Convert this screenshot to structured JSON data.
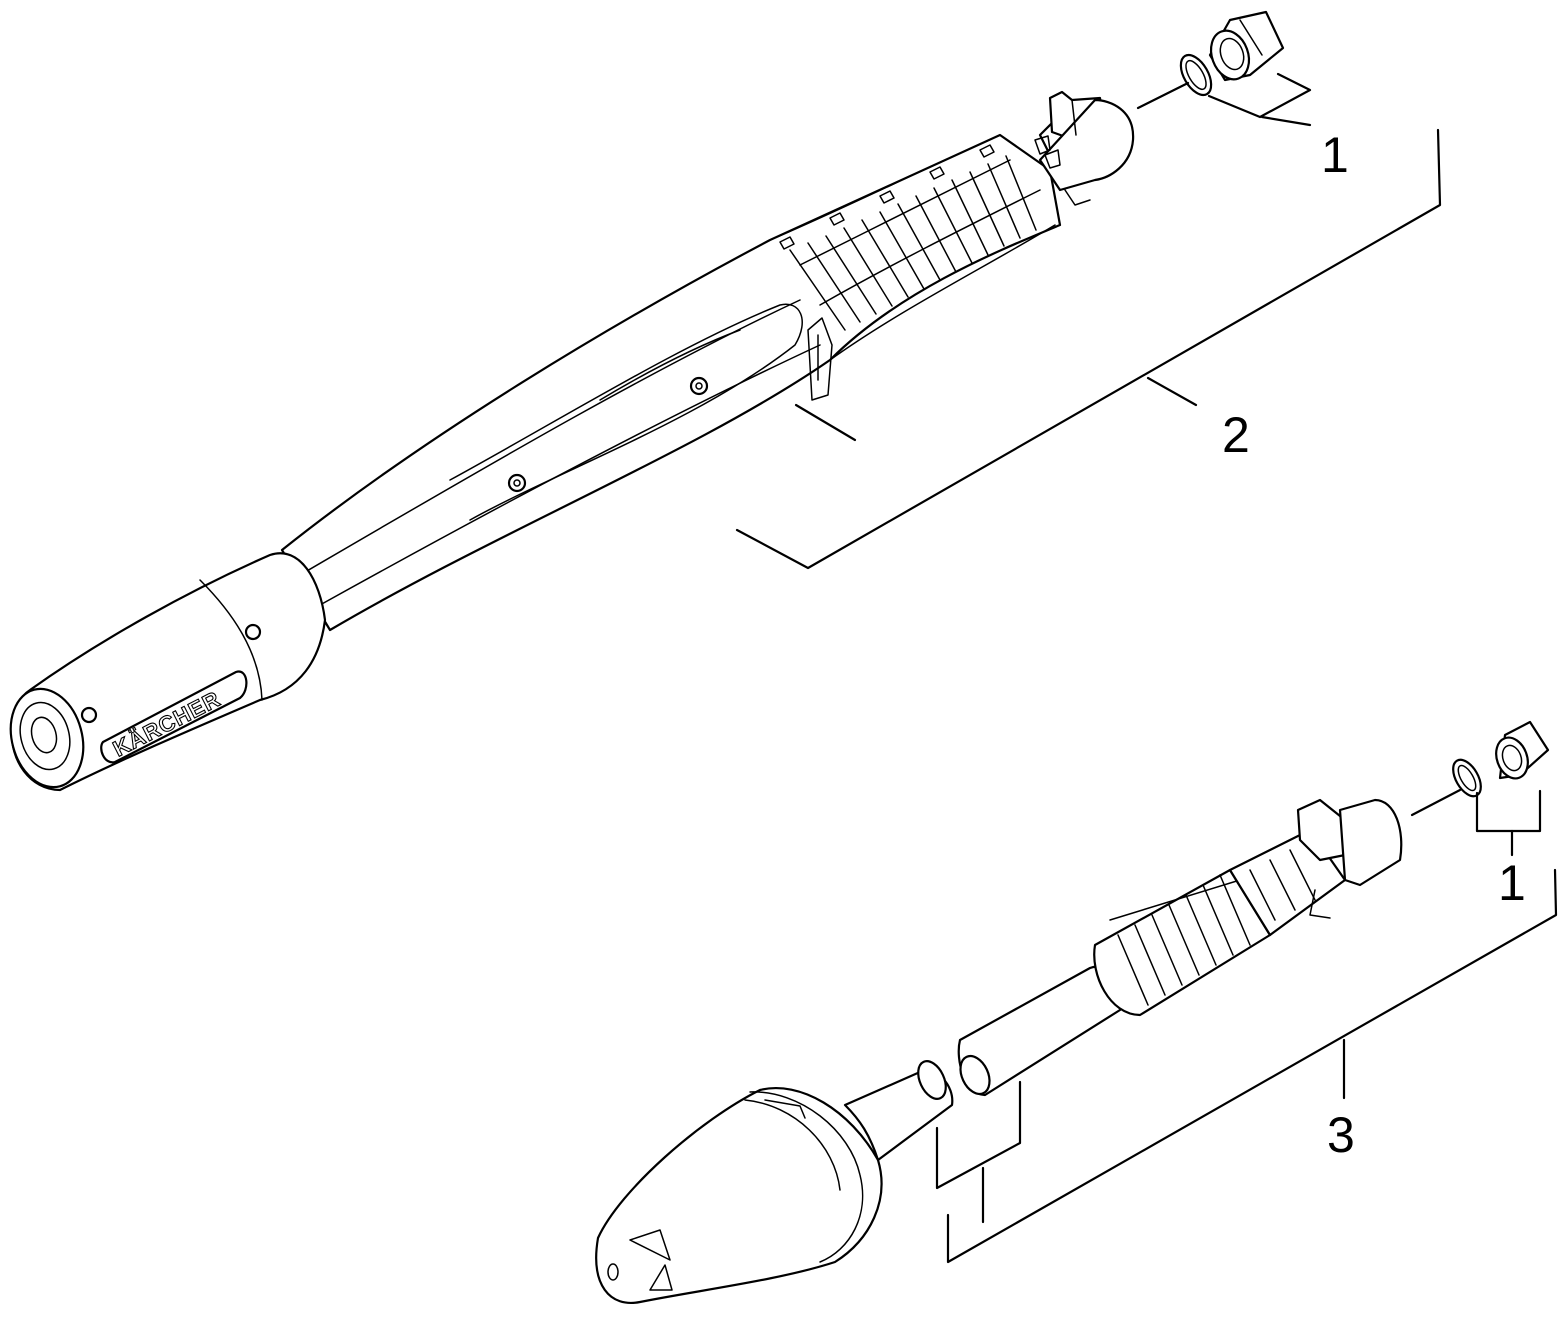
{
  "callouts": {
    "upper_connector": "1",
    "spray_lance": "2",
    "lower_connector": "1",
    "rotary_nozzle_lance": "3"
  },
  "lance": {
    "logo_text": "KÄRCHER"
  }
}
